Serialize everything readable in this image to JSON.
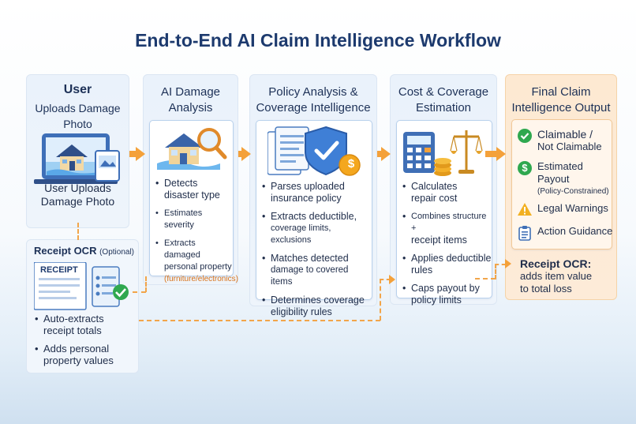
{
  "title": "End-to-End AI Claim Intelligence Workflow",
  "user": {
    "heading": "User",
    "subheading_line1": "Uploads Damage",
    "subheading_line2": "Photo",
    "caption_line1": "User Uploads",
    "caption_line2": "Damage Photo"
  },
  "receipt": {
    "heading": "Receipt OCR",
    "optional": "(Optional)",
    "doc_label": "RECEIPT",
    "bullets": [
      [
        "Auto-extracts",
        "receipt totals"
      ],
      [
        "Adds personal",
        "property values"
      ]
    ]
  },
  "damage": {
    "heading_line1": "AI Damage",
    "heading_line2": "Analysis",
    "b1": [
      "Detects",
      "disaster type"
    ],
    "b2": "Estimates severity",
    "b3": [
      "Extracts damaged",
      "personal property"
    ],
    "b3_note": "(furniture/electronics)"
  },
  "policy": {
    "heading_line1": "Policy Analysis &",
    "heading_line2": "Coverage Intelligence",
    "b1": [
      "Parses uploaded",
      "insurance policy"
    ],
    "b2": [
      "Extracts deductible,",
      "coverage limits, exclusions"
    ],
    "b3": [
      "Matches detected",
      "damage to covered items"
    ],
    "b4": [
      "Determines coverage",
      "eligibility rules"
    ]
  },
  "cost": {
    "heading_line1": "Cost & Coverage",
    "heading_line2": "Estimation",
    "b1": [
      "Calculates",
      "repair cost"
    ],
    "b2": [
      "Combines structure +",
      "receipt items"
    ],
    "b3": [
      "Applies deductible",
      "rules"
    ],
    "b4": [
      "Caps payout by",
      "policy limits"
    ]
  },
  "final": {
    "heading_line1": "Final Claim",
    "heading_line2": "Intelligence Output",
    "r1": [
      "Claimable /",
      "Not Claimable"
    ],
    "r2": [
      "Estimated",
      "Payout"
    ],
    "r2_note": "(Policy-Constrained)",
    "r3": "Legal Warnings",
    "r4": "Action Guidance",
    "receipt_head": "Receipt OCR:",
    "receipt_l1": "adds item value",
    "receipt_l2": "to total loss",
    "dollar_glyph": "$"
  },
  "colors": {
    "accent_orange": "#f4a13a",
    "title_blue": "#1d3a6e",
    "check_green": "#2fa84f",
    "warning_yellow": "#f2b021"
  }
}
